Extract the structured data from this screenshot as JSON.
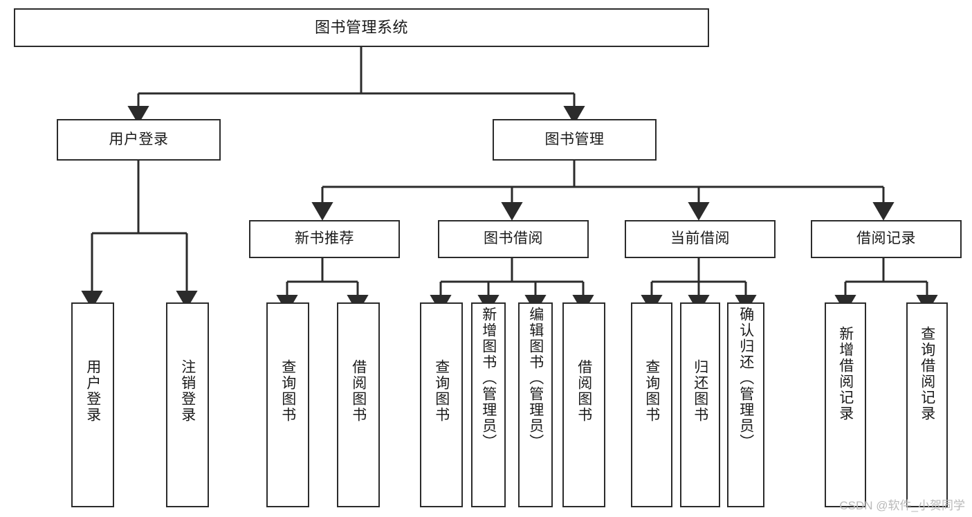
{
  "diagram": {
    "title_node": {
      "label": "图书管理系统"
    },
    "level2": [
      {
        "label": "用户登录"
      },
      {
        "label": "图书管理"
      }
    ],
    "level3": [
      {
        "label": "新书推荐"
      },
      {
        "label": "图书借阅"
      },
      {
        "label": "当前借阅"
      },
      {
        "label": "借阅记录"
      }
    ],
    "leaves": {
      "user_login": [
        {
          "label": "用户登录"
        },
        {
          "label": "注销登录"
        }
      ],
      "new_book_recommend": [
        {
          "label": "查询图书"
        },
        {
          "label": "借阅图书"
        }
      ],
      "book_borrow": [
        {
          "label": "查询图书"
        },
        {
          "label": "新增图书（管理员）"
        },
        {
          "label": "编辑图书（管理员）"
        },
        {
          "label": "借阅图书"
        }
      ],
      "current_borrow": [
        {
          "label": "查询图书"
        },
        {
          "label": "归还图书"
        },
        {
          "label": "确认归还（管理员）"
        }
      ],
      "borrow_record": [
        {
          "label": "新增借阅记录"
        },
        {
          "label": "查询借阅记录"
        }
      ]
    }
  },
  "watermark": {
    "text": "CSDN @软件_小贺同学"
  },
  "colors": {
    "border": "#2b2b2b",
    "background": "#ffffff",
    "text": "#1a1a1a",
    "watermark": "#b9b9b9"
  }
}
